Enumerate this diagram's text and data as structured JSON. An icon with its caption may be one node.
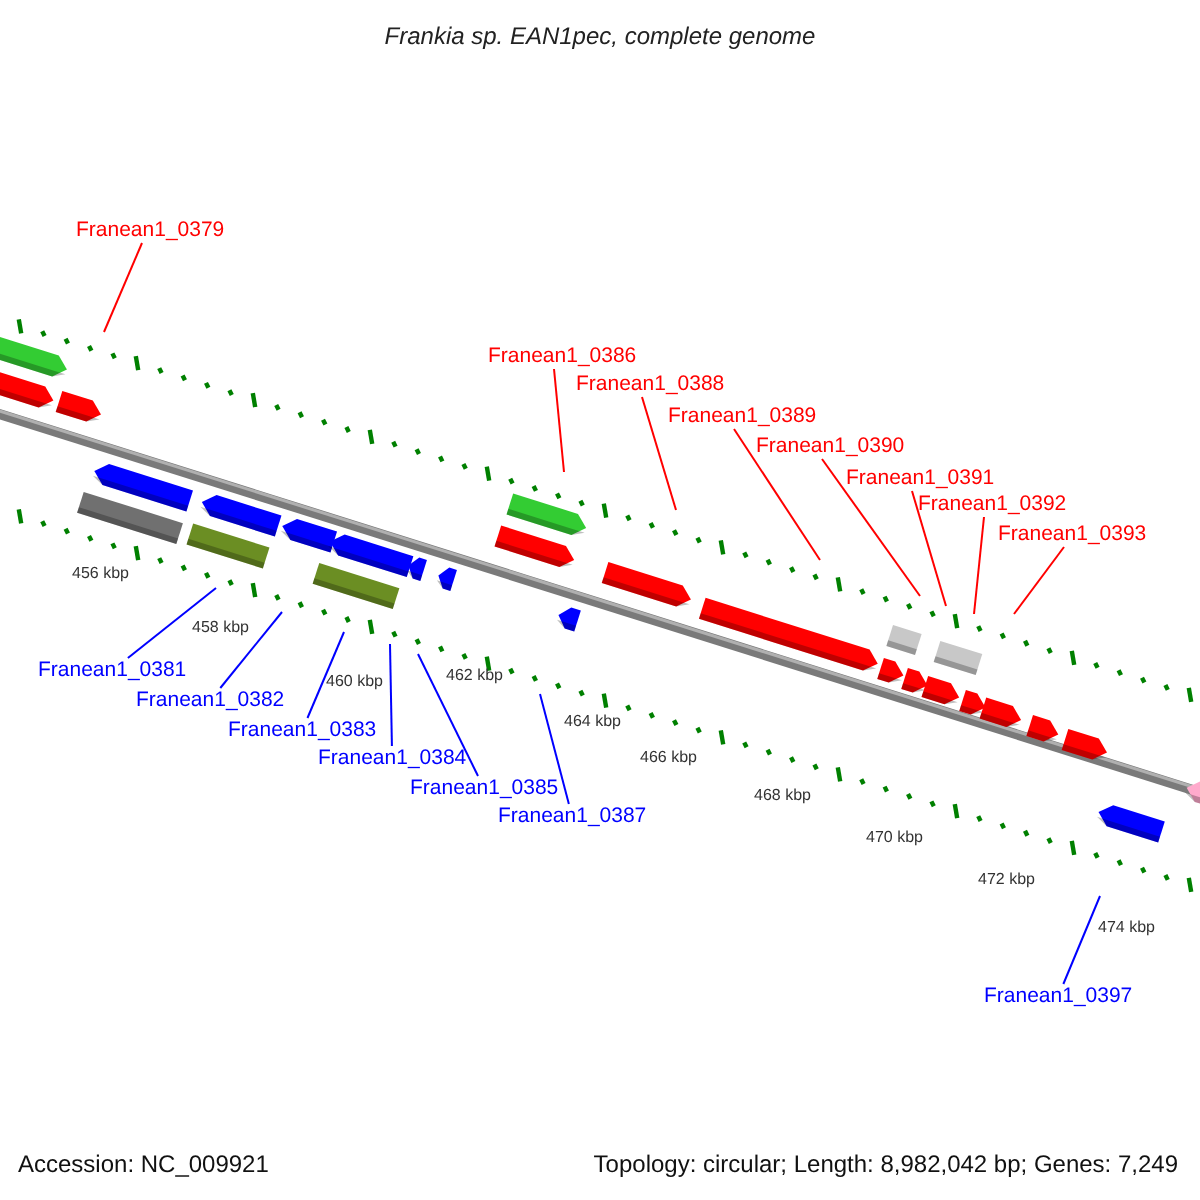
{
  "diagram": {
    "title": "Frankia sp. EAN1pec, complete genome",
    "nodes": [
      {
        "text": [
          "Franean1_0379"
        ]
      },
      {
        "text": [
          "Franean1_0386"
        ]
      },
      {
        "text": [
          "Franean1_0388"
        ]
      },
      {
        "text": [
          "Franean1_0389"
        ]
      },
      {
        "text": [
          "Franean1_0390"
        ]
      },
      {
        "text": [
          "Franean1_0391"
        ]
      },
      {
        "text": [
          "Franean1_0392"
        ]
      },
      {
        "text": [
          "Franean1_0393"
        ]
      },
      {
        "text": [
          "Franean1_0381"
        ]
      },
      {
        "text": [
          "Franean1_0382"
        ]
      },
      {
        "text": [
          "Franean1_0383"
        ]
      },
      {
        "text": [
          "Franean1_0384"
        ]
      },
      {
        "text": [
          "Franean1_0385"
        ]
      },
      {
        "text": [
          "Franean1_0387"
        ]
      },
      {
        "text": [
          "Franean1_0397"
        ]
      }
    ],
    "edges": [
      {
        "from": 0,
        "to": null,
        "arrow": "none"
      },
      {
        "from": 1,
        "to": null,
        "arrow": "none"
      },
      {
        "from": 2,
        "to": null,
        "arrow": "none"
      },
      {
        "from": 3,
        "to": null,
        "arrow": "none"
      },
      {
        "from": 4,
        "to": null,
        "arrow": "none"
      },
      {
        "from": 5,
        "to": null,
        "arrow": "none"
      },
      {
        "from": 6,
        "to": null,
        "arrow": "none"
      },
      {
        "from": 7,
        "to": null,
        "arrow": "none"
      },
      {
        "from": 8,
        "to": null,
        "arrow": "none",
        "color": "#0000ff"
      },
      {
        "from": 9,
        "to": null,
        "arrow": "none",
        "color": "#0000ff"
      },
      {
        "from": 10,
        "to": null,
        "arrow": "none",
        "color": "#0000ff"
      },
      {
        "from": 11,
        "to": null,
        "arrow": "none",
        "color": "#0000ff"
      },
      {
        "from": 12,
        "to": null,
        "arrow": "none",
        "color": "#0000ff"
      },
      {
        "from": 13,
        "to": null,
        "arrow": "none",
        "color": "#0000ff"
      },
      {
        "from": 14,
        "to": null,
        "arrow": "none",
        "color": "#0000ff"
      }
    ],
    "labels": [
      "456 kbp",
      "458 kbp",
      "460 kbp",
      "462 kbp",
      "464 kbp",
      "466 kbp",
      "468 kbp",
      "470 kbp",
      "472 kbp",
      "474 kbp",
      "Accession: NC_009921",
      "Topology: circular; Length: 8,982,042 bp; Genes: 7,249"
    ]
  }
}
